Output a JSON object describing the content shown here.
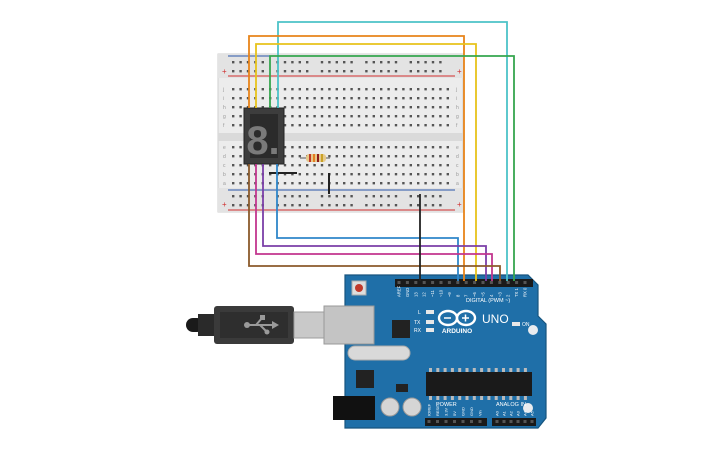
{
  "breadboard": {
    "row_letters_top": [
      "j",
      "i",
      "h",
      "g",
      "f"
    ],
    "row_letters_bottom": [
      "e",
      "d",
      "c",
      "b",
      "a"
    ],
    "rail_plus": "+",
    "rail_minus": "-"
  },
  "seven_segment": {
    "digit": "8."
  },
  "resistor": {
    "bands": [
      "#c0392b",
      "#e67e22",
      "#8e1b1b",
      "#c9a227"
    ]
  },
  "arduino": {
    "brand": "ARDUINO",
    "model": "UNO",
    "digital_label": "DIGITAL (PWM ~)",
    "power_label": "POWER",
    "analog_label": "ANALOG IN",
    "on_label": "ON",
    "led_l": "L",
    "led_tx": "TX",
    "led_rx": "RX",
    "top_pin_labels": [
      "AREF",
      "GND",
      "13",
      "12",
      "~11",
      "~10",
      "~9",
      "8",
      "7",
      "~6",
      "~5",
      "4",
      "~3",
      "2",
      "TX 1",
      "RX 0"
    ],
    "power_pin_labels": [
      "IOREF",
      "RESET",
      "3.3V",
      "5V",
      "GND",
      "GND",
      "Vin"
    ],
    "analog_pin_labels": [
      "A0",
      "A1",
      "A2",
      "A3",
      "A4",
      "A5"
    ]
  },
  "wires": {
    "colors": {
      "cyan": "#4cc3c8",
      "orange": "#e8841a",
      "yellow": "#e7c31b",
      "green": "#36a64f",
      "blue": "#2f86c9",
      "purple": "#7b3fa8",
      "magenta": "#c2368f",
      "brown": "#8b5a2b",
      "black": "#222222"
    }
  }
}
